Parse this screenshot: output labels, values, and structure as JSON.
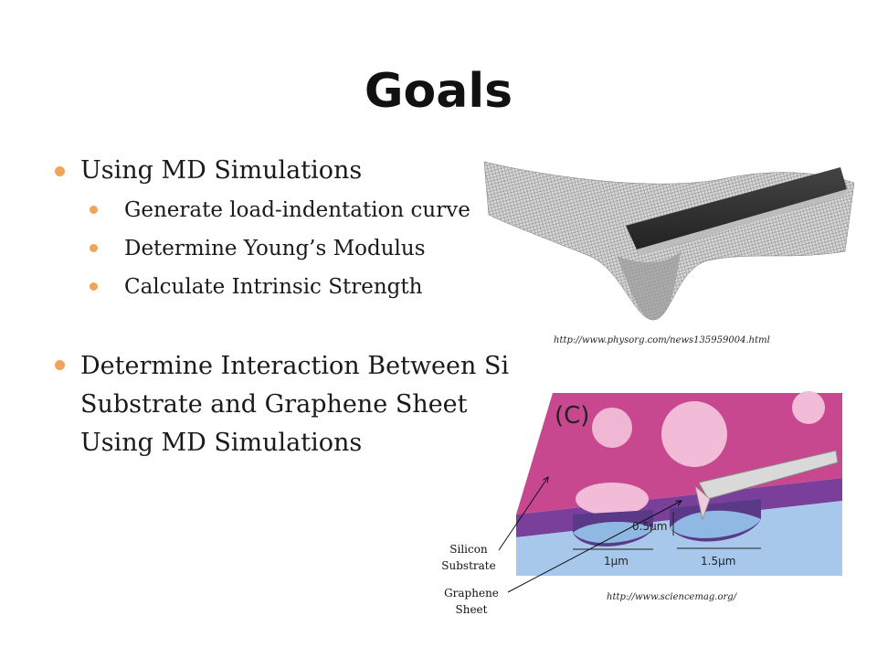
{
  "slide": {
    "title": "Goals",
    "bullets": [
      {
        "text": "Using MD Simulations",
        "sub": [
          "Generate load-indentation curve",
          "Determine Young’s Modulus",
          "Calculate Intrinsic Strength"
        ]
      },
      {
        "text": "Determine Interaction Between Si Substrate and Graphene Sheet Using MD Simulations"
      }
    ],
    "figure1": {
      "caption": "http://www.physorg.com/news135959004.html"
    },
    "figure2": {
      "label_c": "(C)",
      "dim_05": "0.5μm",
      "dim_1": "1μm",
      "dim_15": "1.5μm",
      "caption": "http://www.sciencemag.org/"
    },
    "callouts": {
      "silicon": [
        "Silicon",
        "Substrate"
      ],
      "graphene": [
        "Graphene",
        "Sheet"
      ]
    }
  },
  "colors": {
    "bullet": "#f0a35a",
    "substrate_top": "#c8488f",
    "substrate_side": "#9fc3e8",
    "membrane": "#6a3b8e"
  }
}
